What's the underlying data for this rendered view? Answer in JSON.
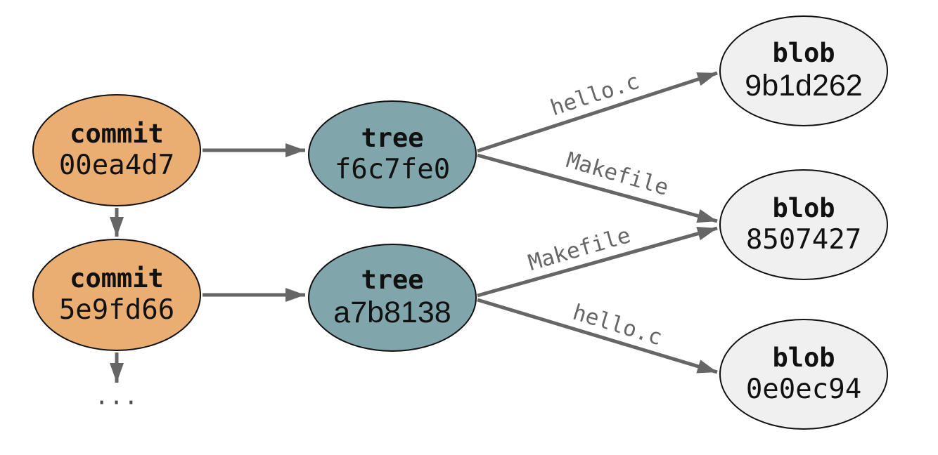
{
  "nodes": {
    "commit1": {
      "type": "commit",
      "hash": "00ea4d7"
    },
    "commit2": {
      "type": "commit",
      "hash": "5e9fd66"
    },
    "tree1": {
      "type": "tree",
      "hash": "f6c7fe0"
    },
    "tree2": {
      "type": "tree",
      "hash": "a7b8138"
    },
    "blob1": {
      "type": "blob",
      "hash": "9b1d262"
    },
    "blob2": {
      "type": "blob",
      "hash": "8507427"
    },
    "blob3": {
      "type": "blob",
      "hash": "0e0ec94"
    }
  },
  "edge_labels": {
    "tree1_to_blob1": "hello.c",
    "tree1_to_blob2": "Makefile",
    "tree2_to_blob2": "Makefile",
    "tree2_to_blob3": "hello.c"
  },
  "ellipsis": "...",
  "colors": {
    "commit_fill": "#EAAE73",
    "tree_fill": "#80A5AB",
    "blob_fill": "#F0F0F0",
    "node_border": "#111111",
    "edge_color": "#666666",
    "edge_label_color": "#666666",
    "text_color": "#111111",
    "ellipsis_color": "#4a4a4a",
    "background": "#FFFFFF"
  }
}
